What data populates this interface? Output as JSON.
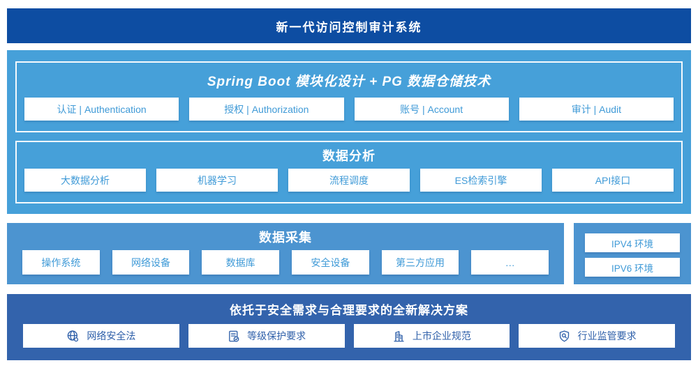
{
  "title_bar": {
    "text": "新一代访问控制审计系统"
  },
  "platform": {
    "module_section": {
      "title": "Spring Boot 模块化设计 + PG 数据仓储技术",
      "items": [
        "认证 | Authentication",
        "授权 | Authorization",
        "账号 | Account",
        "审计 | Audit"
      ]
    },
    "analysis_section": {
      "title": "数据分析",
      "items": [
        "大数据分析",
        "机器学习",
        "流程调度",
        "ES检索引擎",
        "API接口"
      ]
    }
  },
  "collection": {
    "title": "数据采集",
    "items": [
      "操作系统",
      "网络设备",
      "数据库",
      "安全设备",
      "第三方应用",
      "…"
    ]
  },
  "ip_env": {
    "items": [
      "IPV4 环境",
      "IPV6 环境"
    ]
  },
  "solution": {
    "title": "依托于安全需求与合理要求的全新解决方案",
    "items": [
      {
        "icon": "globe-icon",
        "label": "网络安全法"
      },
      {
        "icon": "document-check-icon",
        "label": "等级保护要求"
      },
      {
        "icon": "building-icon",
        "label": "上市企业规范"
      },
      {
        "icon": "shield-search-icon",
        "label": "行业监管要求"
      }
    ]
  },
  "colors": {
    "header-blue": "#0d4da2",
    "light-blue": "#46a0d9",
    "mid-blue": "#4c94d0",
    "dark-blue": "#3363ac",
    "box-text-light": "#3f9ad7",
    "box-text-dark": "#2e5fa9"
  }
}
